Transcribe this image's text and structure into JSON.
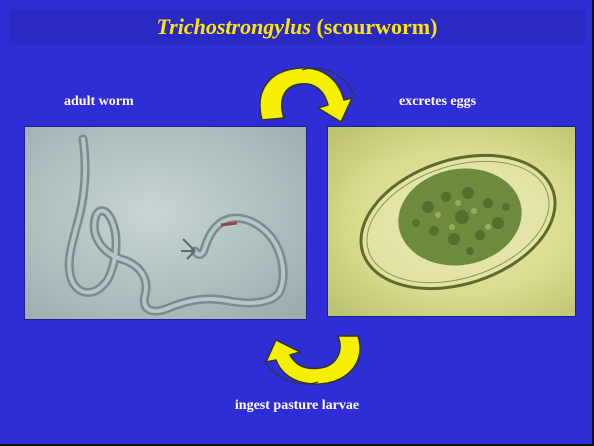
{
  "slide": {
    "title": {
      "genus": "Trichostrongylus",
      "rest": " (scourworm)"
    },
    "labels": {
      "adult": "adult worm",
      "eggs": "excretes eggs",
      "larvae": "ingest pasture larvae"
    },
    "images": {
      "worm": "micrograph of adult worm",
      "egg": "micrograph of egg"
    },
    "colors": {
      "background": "#2f2ed6",
      "title": "#ffe800",
      "text": "#ffffff",
      "arrow": "#f4f000"
    }
  }
}
